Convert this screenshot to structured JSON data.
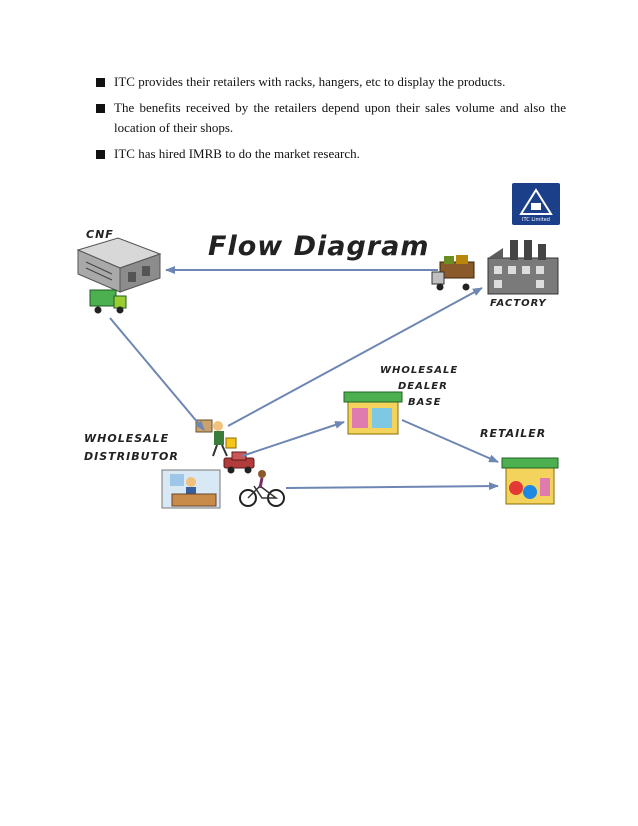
{
  "bullets": [
    "ITC provides their retailers with racks, hangers, etc to display the products.",
    "The benefits received by the retailers depend upon their sales volume and also the location of their shops.",
    "ITC has hired IMRB to do the market research."
  ],
  "diagram": {
    "title": "Flow Diagram",
    "nodes": {
      "cnf": "CNF",
      "factory": "FACTORY",
      "wholesale_dealer_line1": "WHOLESALE",
      "wholesale_dealer_line2": "DEALER",
      "wholesale_dealer_line3": "BASE",
      "retailer": "RETAILER",
      "wholesale_distributor_line1": "WHOLESALE",
      "wholesale_distributor_line2": "DISTRIBUTOR"
    },
    "logo_text": "ITC Limited",
    "colors": {
      "arrow": "#6e86b4",
      "logo_bg": "#1c3f8a"
    }
  }
}
